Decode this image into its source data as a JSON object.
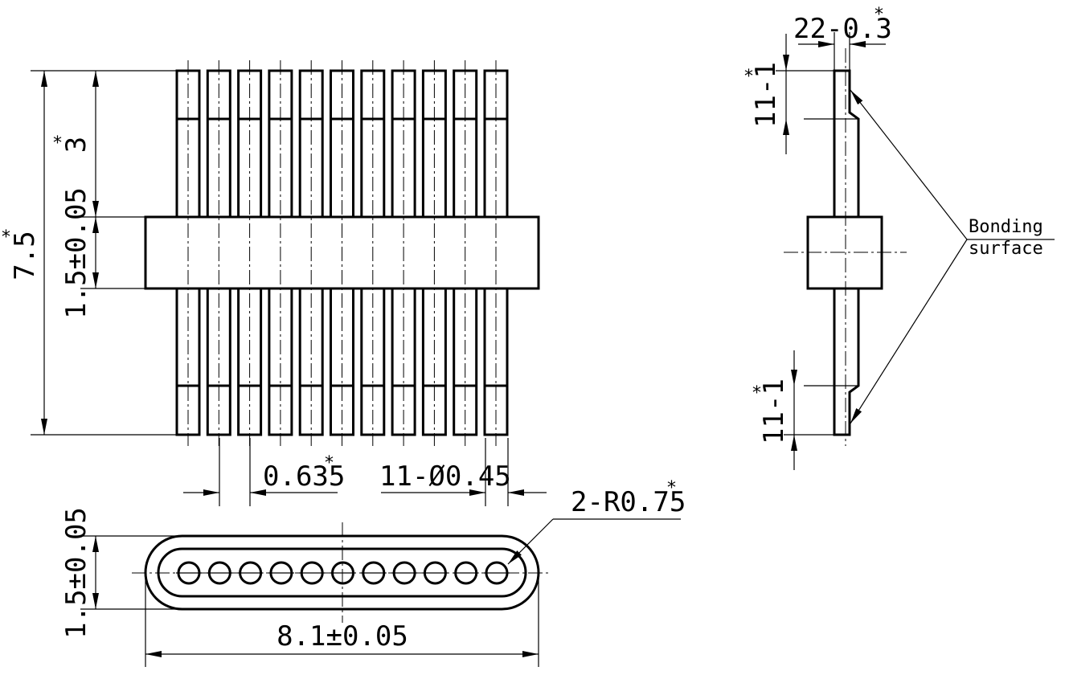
{
  "pin_count": 11,
  "dimensions": {
    "overall_height": "7.5",
    "pin_top_length": "3",
    "body_thickness_front": "1.5±0.05",
    "pitch": "0.635",
    "pin_diameter": "11-Ø0.45",
    "corner_radius": "2-R0.75",
    "body_thickness_bottom": "1.5±0.05",
    "body_width": "8.1±0.05",
    "lead_thickness": "22-0.3",
    "bond_len_top": "11-1",
    "bond_len_bottom": "11-1"
  },
  "star_mark": "*",
  "labels": {
    "bonding_line1": "Bonding",
    "bonding_line2": "surface"
  }
}
